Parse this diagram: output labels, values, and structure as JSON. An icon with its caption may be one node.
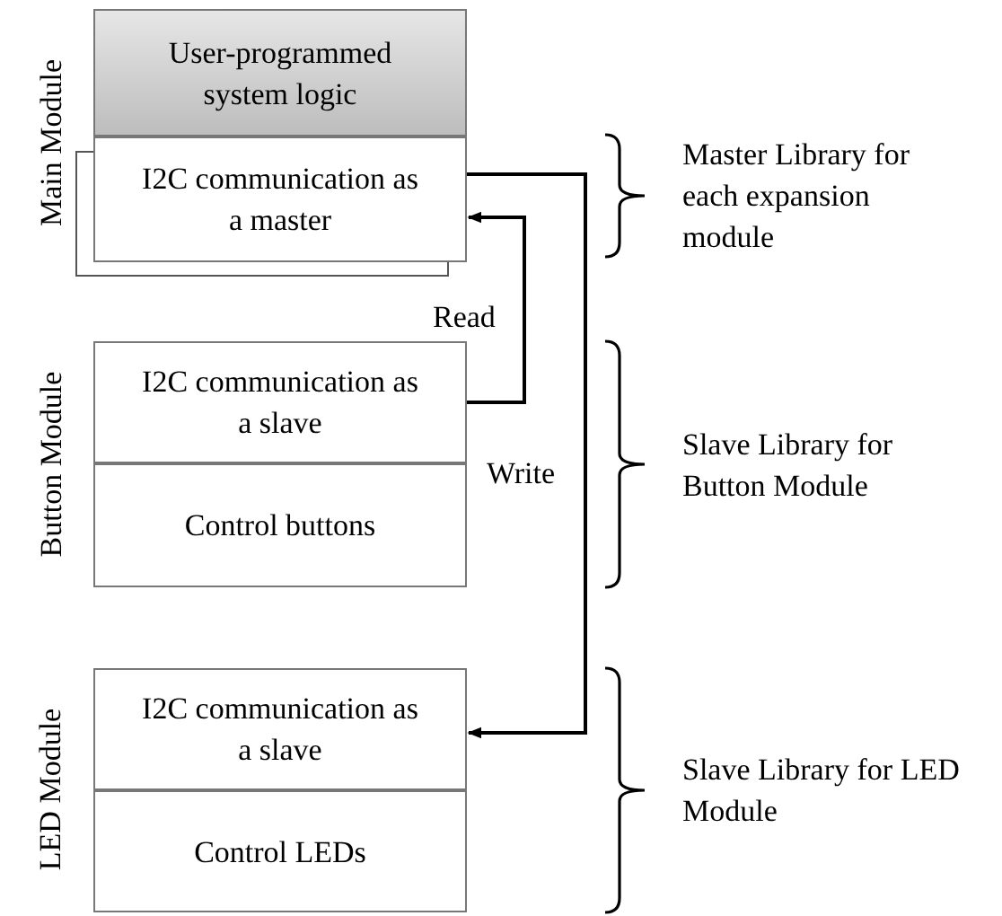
{
  "diagram": {
    "nodes": [
      {
        "text": [
          "User-programmed system logic"
        ]
      },
      {
        "text": [
          "I2C communication as a master"
        ]
      },
      {
        "text": [
          "I2C communication as a slave"
        ]
      },
      {
        "text": [
          "Control buttons"
        ]
      },
      {
        "text": [
          "I2C communication as a slave"
        ]
      },
      {
        "text": [
          "Control LEDs"
        ]
      }
    ],
    "edges": [
      {
        "from": 2,
        "to": 1,
        "arrow": "to",
        "label": "Read"
      },
      {
        "from": 1,
        "to": 4,
        "arrow": "to",
        "label": "Write"
      }
    ],
    "labels": [
      "Main Module",
      "Master Library for each expansion module",
      "Button Module",
      "Slave Library for Button Module",
      "LED Module",
      "Slave Library for LED Module"
    ]
  }
}
